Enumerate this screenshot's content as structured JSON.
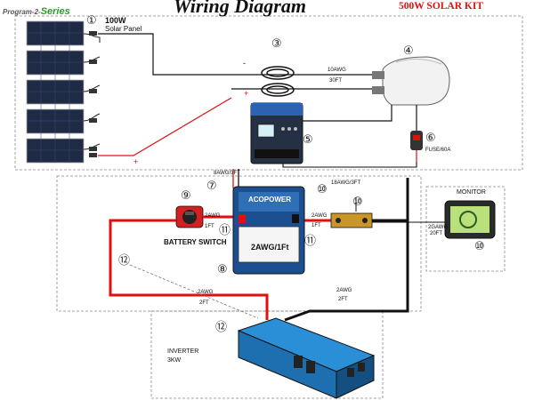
{
  "header": {
    "title": "Wiring Diagram",
    "kit": "500W SOLAR KIT",
    "series_prefix": "Program-2",
    "series_word": "Series"
  },
  "labels": {
    "panel_power": "100W",
    "panel_name": "Solar Panel",
    "acopower": "ACOPOWER",
    "battery_spec": "2AWG/1Ft",
    "battery_switch": "BATTERY SWITCH",
    "monitor": "MONITOR",
    "fuse": "FUSE/60A",
    "inverter": "INVERTER",
    "inverter_power": "3KW",
    "plus": "+",
    "minus": "-"
  },
  "wires": {
    "w1_gauge": "10AWG",
    "w1_len": "30FT",
    "w2": "8AWG/3FT",
    "w3": "18AWG/3FT",
    "sw_gauge": "2AWG",
    "sw_len": "1FT",
    "bus_gauge": "2AWG",
    "bus_len": "1FT",
    "mon_gauge": "2GAWG",
    "mon_len": "20FT",
    "inv_red_gauge": "2AWG",
    "inv_red_len": "2FT",
    "inv_black_gauge": "2AWG",
    "inv_black_len": "2FT"
  },
  "numbers": {
    "n1": "①",
    "n3": "③",
    "n4": "④",
    "n5": "⑤",
    "n6": "⑥",
    "n7": "⑦",
    "n8": "⑧",
    "n9": "⑨",
    "n10": "⑩",
    "n11": "⑪",
    "n12": "⑫"
  },
  "colors": {
    "red_wire": "#e01010",
    "black_wire": "#111111",
    "panel": "#1f2a44",
    "inverter": "#2a8fd6",
    "battery": "#2f6fb6"
  }
}
